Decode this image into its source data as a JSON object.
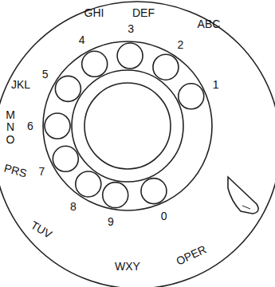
{
  "diagram": {
    "labels": [
      "GHI",
      "DEF",
      "ABC",
      "4",
      "3",
      "2",
      "1",
      "JKL",
      "5",
      "MNO",
      "6",
      "PRS",
      "7",
      "8",
      "TUV",
      "9",
      "WXY",
      "0",
      "OPER"
    ]
  }
}
